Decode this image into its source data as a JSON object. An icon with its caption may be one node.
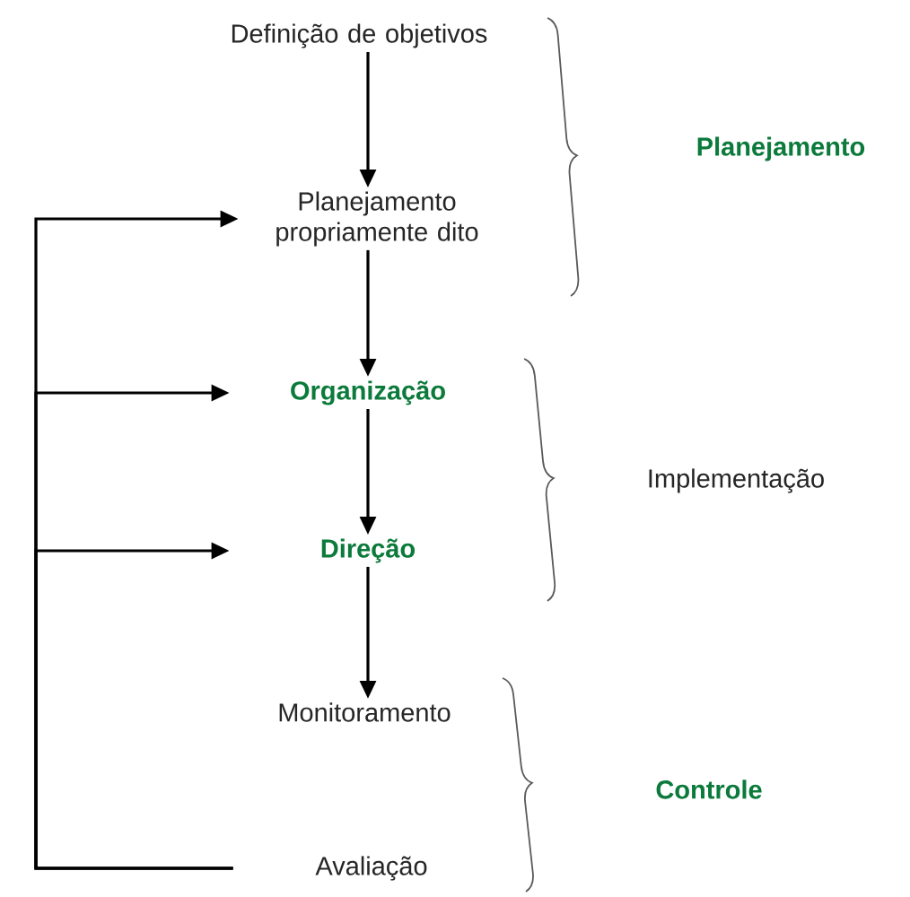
{
  "diagram": {
    "nodes": [
      {
        "text": [
          "Definição de objetivos"
        ]
      },
      {
        "text": [
          "Planejamento propriamente dito"
        ]
      },
      {
        "text": [
          "Organização"
        ]
      },
      {
        "text": [
          "Direção"
        ]
      },
      {
        "text": [
          "Monitoramento"
        ]
      },
      {
        "text": [
          "Avaliação"
        ]
      }
    ],
    "edges": [
      {
        "from": 0,
        "to": 1,
        "arrow": "to"
      },
      {
        "from": 1,
        "to": 2,
        "arrow": "to"
      },
      {
        "from": 2,
        "to": 3,
        "arrow": "to"
      },
      {
        "from": 3,
        "to": 4,
        "arrow": "to"
      },
      {
        "from": 5,
        "to": 1,
        "arrow": "to"
      },
      {
        "from": 5,
        "to": 2,
        "arrow": "to"
      },
      {
        "from": 5,
        "to": 3,
        "arrow": "to"
      }
    ],
    "labels": [
      "Planejamento",
      "Implementação",
      "Controle"
    ]
  }
}
